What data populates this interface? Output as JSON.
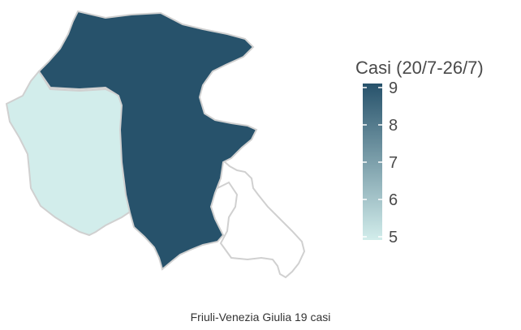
{
  "legend": {
    "title": "Casi (20/7-26/7)",
    "min": 5,
    "max": 9,
    "ticks": [
      "9",
      "8",
      "7",
      "6",
      "5"
    ],
    "color_low": "#d2edeb",
    "color_high": "#27526b"
  },
  "caption": "Friuli-Venezia Giulia 19 casi",
  "colors": {
    "border": "#d0d0d0",
    "empty_fill": "#ffffff"
  }
}
